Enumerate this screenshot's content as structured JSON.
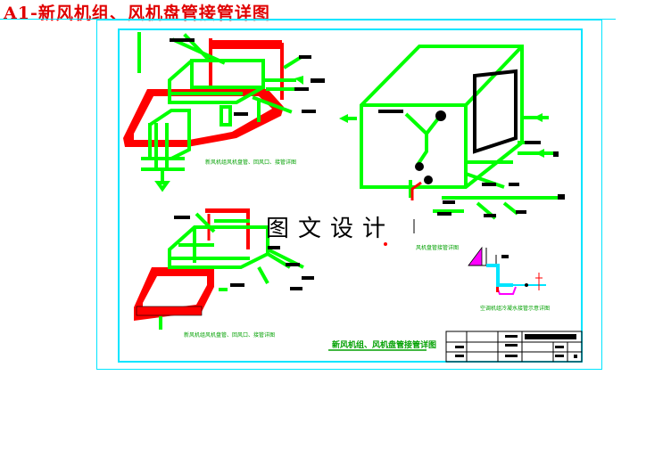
{
  "header": {
    "title": "A1-新风机组、风机盘管接管详图"
  },
  "watermark": "图文设计",
  "drawing": {
    "sheet_title": "新风机组、风机盘管接管详图",
    "captions": {
      "detail_1": "新风机组风机盘管、回风口、接管详图",
      "detail_2": "风机盘管接管详图",
      "detail_3": "新风机组风机盘管、回风口、接管详图",
      "detail_4": "空调机组冷凝水接管示意详图"
    }
  },
  "colors": {
    "pipe": "#00ff00",
    "duct": "#ff0000",
    "frame": "#00e5ff",
    "caption": "#00a000",
    "title": "#e00000"
  }
}
